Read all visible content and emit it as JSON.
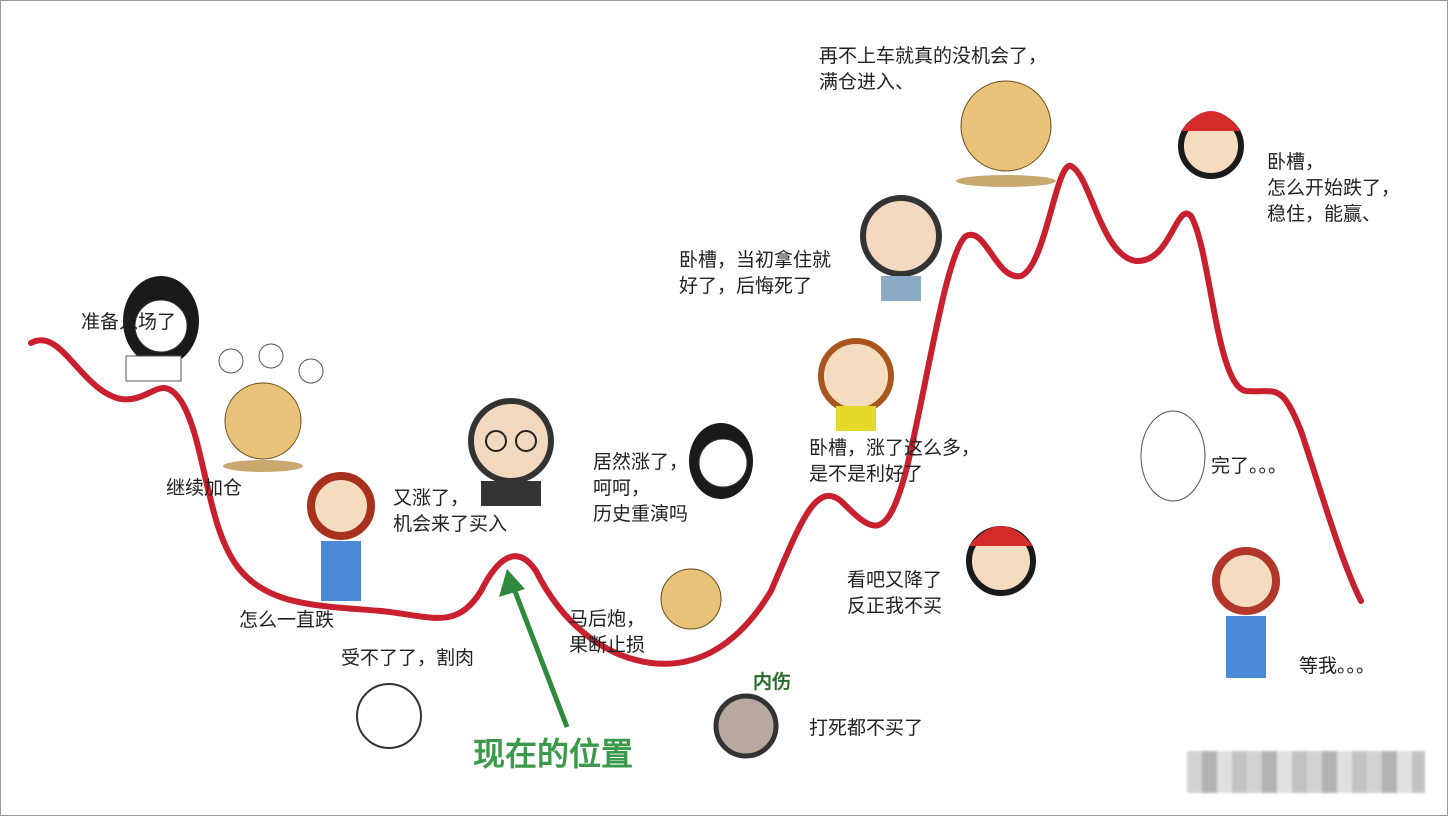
{
  "colors": {
    "curve": "#c8202e",
    "arrow": "#2f8a3e",
    "now_text": "#3a9a4a"
  },
  "labels": {
    "ready": "准备入场了",
    "add_more": "继续加仓",
    "keeps_falling": "怎么一直跌",
    "cut_loss": "受不了了，割肉",
    "buy_again": "又涨了，\n机会来了买入",
    "current_position": "现在的位置",
    "history_repeat": "居然涨了，\n呵呵，\n历史重演吗",
    "stop_loss": "马后炮，\n果断止损",
    "internal_injury": "内伤",
    "never_buy": "打死都不买了",
    "good_news": "卧槽，涨了这么多，\n是不是利好了",
    "fell_again": "看吧又降了\n反正我不买",
    "regret": "卧槽，当初拿住就\n好了，后悔死了",
    "all_in": "再不上车就真的没机会了，\n满仓进入、",
    "hold_on": "卧槽，\n怎么开始跌了，\n稳住，能赢、",
    "done_for": "完了。。。",
    "wait_for_me": "等我。。。"
  }
}
